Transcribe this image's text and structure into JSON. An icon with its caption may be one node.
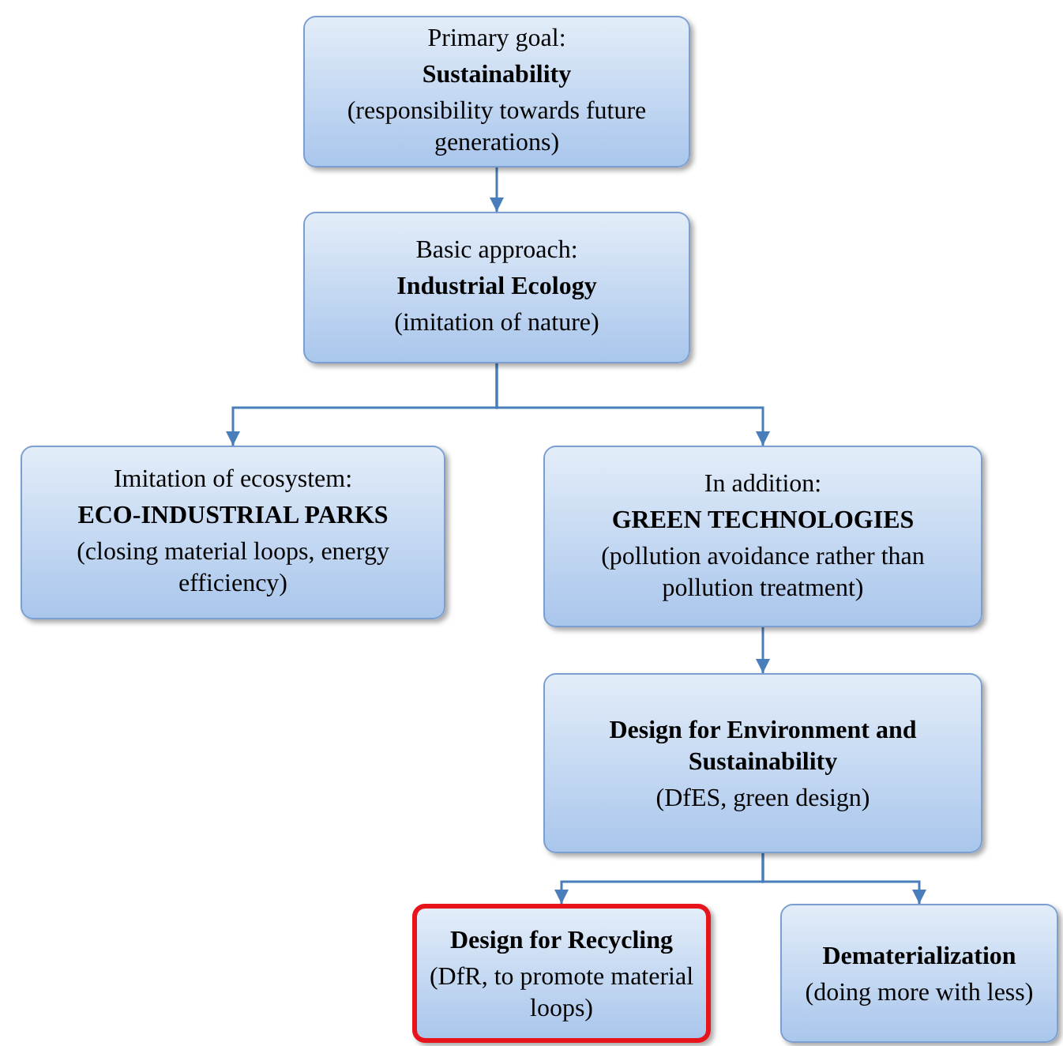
{
  "diagram": {
    "nodes": [
      {
        "text": [
          "Primary goal:",
          "Sustainability",
          "(responsibility towards future generations)"
        ]
      },
      {
        "text": [
          "Basic approach:",
          "Industrial Ecology",
          "(imitation of nature)"
        ]
      },
      {
        "text": [
          "Imitation of ecosystem:",
          "ECO-INDUSTRIAL PARKS",
          "(closing material loops, energy efficiency)"
        ]
      },
      {
        "text": [
          "In addition:",
          "GREEN TECHNOLOGIES",
          "(pollution avoidance rather than pollution treatment)"
        ]
      },
      {
        "text": [
          "Design for Environment and Sustainability",
          "(DfES, green design)"
        ]
      },
      {
        "text": [
          "Design for Recycling",
          "(DfR, to promote material loops)"
        ]
      },
      {
        "text": [
          "Dematerialization",
          "(doing more with less)"
        ]
      }
    ],
    "edges": [
      {
        "from": 0,
        "to": 1,
        "arrow": "to"
      },
      {
        "from": 1,
        "to": 2,
        "arrow": "to"
      },
      {
        "from": 1,
        "to": 3,
        "arrow": "to"
      },
      {
        "from": 3,
        "to": 4,
        "arrow": "to"
      },
      {
        "from": 4,
        "to": 5,
        "arrow": "to"
      },
      {
        "from": 4,
        "to": 6,
        "arrow": "to"
      }
    ]
  }
}
